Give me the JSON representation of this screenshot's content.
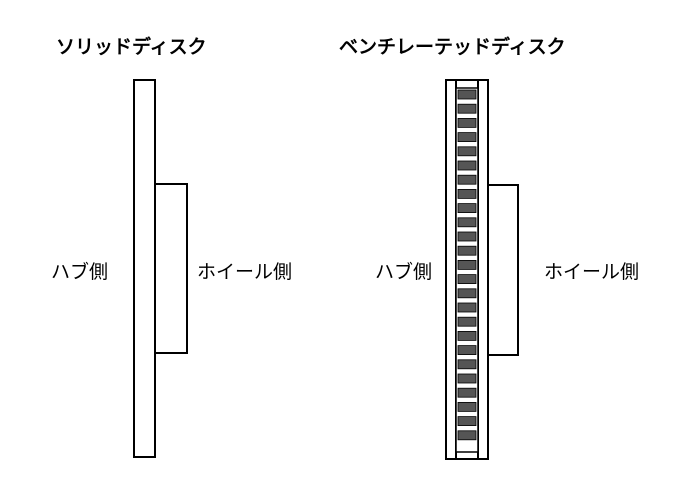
{
  "solid_disc": {
    "title": "ソリッドディスク",
    "hub_label": "ハブ側",
    "wheel_label": "ホイール側"
  },
  "vented_disc": {
    "title": "ベンチレーテッドディスク",
    "hub_label": "ハブ側",
    "wheel_label": "ホイール側"
  },
  "colors": {
    "line": "#000000",
    "fill": "#ffffff",
    "vane": "#555555"
  }
}
